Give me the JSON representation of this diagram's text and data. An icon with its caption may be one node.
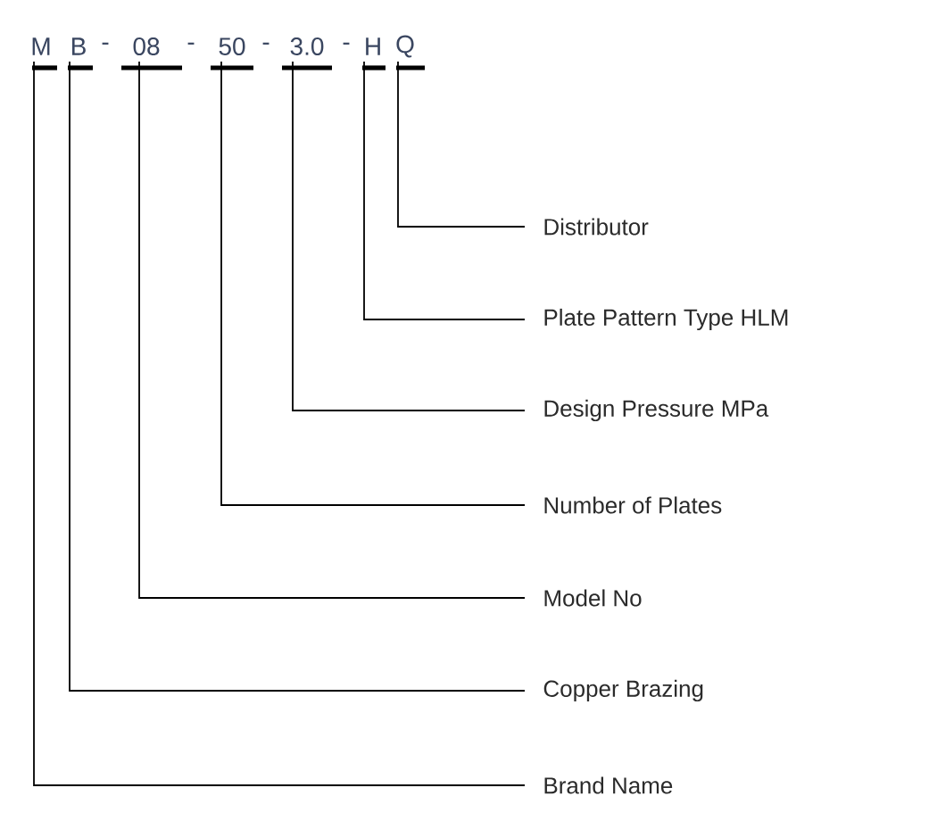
{
  "diagram": {
    "nodes": [
      {
        "text": [
          "M"
        ]
      },
      {
        "text": [
          "B"
        ]
      },
      {
        "text": [
          "08"
        ]
      },
      {
        "text": [
          "50"
        ]
      },
      {
        "text": [
          "3.0"
        ]
      },
      {
        "text": [
          "H"
        ]
      },
      {
        "text": [
          "Q"
        ]
      },
      {
        "text": [
          "Distributor"
        ]
      },
      {
        "text": [
          "Plate Pattern Type HLM"
        ]
      },
      {
        "text": [
          "Design Pressure MPa"
        ]
      },
      {
        "text": [
          "Number of Plates"
        ]
      },
      {
        "text": [
          "Model No"
        ]
      },
      {
        "text": [
          "Copper Brazing"
        ]
      },
      {
        "text": [
          "Brand Name"
        ]
      }
    ],
    "edges": [
      {
        "from": 0,
        "to": 13,
        "arrow": "none"
      },
      {
        "from": 1,
        "to": 12,
        "arrow": "none"
      },
      {
        "from": 2,
        "to": 11,
        "arrow": "none"
      },
      {
        "from": 3,
        "to": 10,
        "arrow": "none"
      },
      {
        "from": 4,
        "to": 9,
        "arrow": "none"
      },
      {
        "from": 5,
        "to": 8,
        "arrow": "none"
      },
      {
        "from": 6,
        "to": 7,
        "arrow": "none"
      }
    ],
    "labels": [
      "-",
      "-",
      "-",
      "-"
    ]
  }
}
